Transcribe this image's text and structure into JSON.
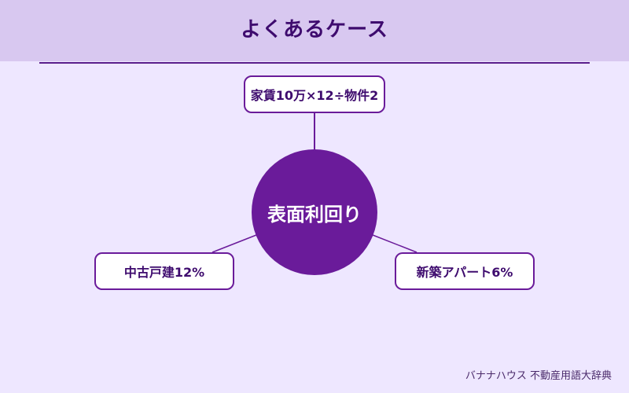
{
  "header": {
    "title": "よくあるケース"
  },
  "diagram": {
    "center": "表面利回り",
    "nodes": [
      {
        "id": "top",
        "label": "家賃10万×12÷物件2"
      },
      {
        "id": "left",
        "label": "中古戸建12%"
      },
      {
        "id": "right",
        "label": "新築アパート6%"
      }
    ]
  },
  "footer": {
    "credit": "バナナハウス 不動産用語大辞典"
  },
  "colors": {
    "background": "#EEE7FF",
    "header_band": "#D8C8F0",
    "accent": "#6A1B9A",
    "text_dark": "#3E0B6E"
  }
}
